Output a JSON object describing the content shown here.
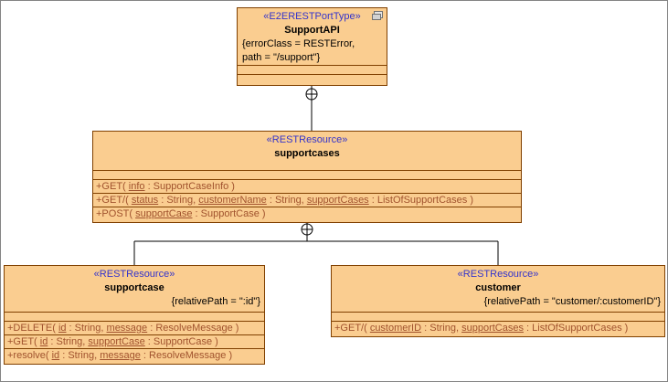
{
  "colors": {
    "box_fill": "#FACD90",
    "box_border": "#804000",
    "stereotype_text": "#3333CC",
    "operation_text": "#A0522D",
    "connector": "#000000"
  },
  "supportapi": {
    "stereotype": "«E2ERESTPortType»",
    "name": "SupportAPI",
    "constraint_line1": "{errorClass = RESTError,",
    "constraint_line2": "path = \"/support\"}"
  },
  "supportcases": {
    "stereotype": "«RESTResource»",
    "name": "supportcases",
    "operations": [
      {
        "segments": [
          {
            "t": "+GET( "
          },
          {
            "t": "info",
            "u": true
          },
          {
            "t": " : SupportCaseInfo )"
          }
        ]
      },
      {
        "segments": [
          {
            "t": "+GET/( "
          },
          {
            "t": "status",
            "u": true
          },
          {
            "t": " : String, "
          },
          {
            "t": "customerName",
            "u": true
          },
          {
            "t": " : String, "
          },
          {
            "t": "supportCases",
            "u": true
          },
          {
            "t": " : ListOfSupportCases )"
          }
        ]
      },
      {
        "segments": [
          {
            "t": "+POST( "
          },
          {
            "t": "supportCase",
            "u": true
          },
          {
            "t": " : SupportCase )"
          }
        ]
      }
    ]
  },
  "supportcase": {
    "stereotype": "«RESTResource»",
    "name": "supportcase",
    "constraint": "{relativePath = \":id\"}",
    "operations": [
      {
        "segments": [
          {
            "t": "+DELETE( "
          },
          {
            "t": "id",
            "u": true
          },
          {
            "t": " : String, "
          },
          {
            "t": "message",
            "u": true
          },
          {
            "t": " : ResolveMessage )"
          }
        ]
      },
      {
        "segments": [
          {
            "t": "+GET( "
          },
          {
            "t": "id",
            "u": true
          },
          {
            "t": " : String, "
          },
          {
            "t": "supportCase",
            "u": true
          },
          {
            "t": " : SupportCase )"
          }
        ]
      },
      {
        "segments": [
          {
            "t": "+resolve( "
          },
          {
            "t": "id",
            "u": true
          },
          {
            "t": " : String, "
          },
          {
            "t": "message",
            "u": true
          },
          {
            "t": " : ResolveMessage )"
          }
        ]
      }
    ]
  },
  "customer": {
    "stereotype": "«RESTResource»",
    "name": "customer",
    "constraint": "{relativePath = \"customer/:customerID\"}",
    "operations": [
      {
        "segments": [
          {
            "t": "+GET/( "
          },
          {
            "t": "customerID",
            "u": true
          },
          {
            "t": " : String, "
          },
          {
            "t": "supportCases",
            "u": true
          },
          {
            "t": " : ListOfSupportCases )"
          }
        ]
      }
    ]
  }
}
